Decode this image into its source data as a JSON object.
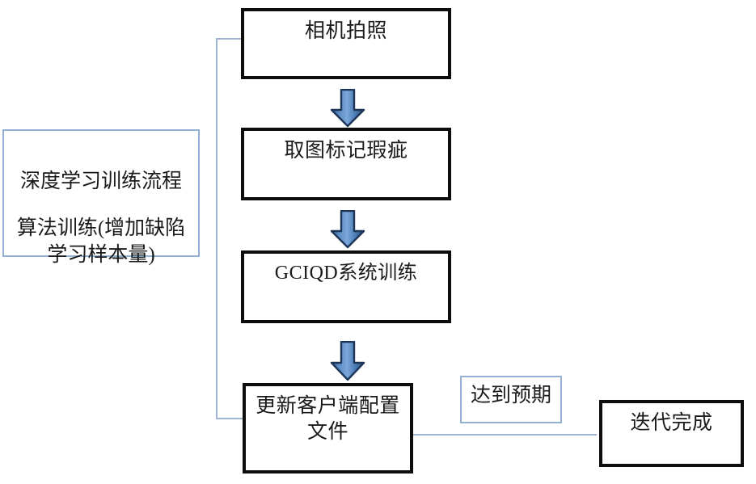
{
  "diagram": {
    "title": "深度学习训练流程",
    "nodes": [
      {
        "id": "camera",
        "label": "相机拍照"
      },
      {
        "id": "mark",
        "label": "取图标记瑕疵"
      },
      {
        "id": "train",
        "label": "GCIQD系统训练"
      },
      {
        "id": "update",
        "label": "更新客户端配置\n文件"
      },
      {
        "id": "done",
        "label": "迭代完成"
      }
    ],
    "notes": [
      {
        "id": "training-note",
        "line1": "深度学习训练流程",
        "line2": "算法训练(增加缺陷\n学习样本量)"
      },
      {
        "id": "expected",
        "label": "达到预期"
      }
    ],
    "edges": [
      {
        "id": "camera-to-mark",
        "from": "camera",
        "to": "mark",
        "style": "block-arrow",
        "direction": "down"
      },
      {
        "id": "mark-to-train",
        "from": "mark",
        "to": "train",
        "style": "block-arrow",
        "direction": "down"
      },
      {
        "id": "train-to-update",
        "from": "train",
        "to": "update",
        "style": "block-arrow",
        "direction": "down"
      },
      {
        "id": "update-to-done",
        "from": "update",
        "to": "done",
        "style": "thin-arrow",
        "direction": "right",
        "label": "达到预期"
      },
      {
        "id": "update-to-camera",
        "from": "update",
        "to": "camera",
        "style": "thin-arrow",
        "direction": "feedback-left"
      }
    ],
    "colors": {
      "node_border": "#0d0d0d",
      "note_border": "#94afd4",
      "thin_connector": "#9db4d6",
      "block_arrow_fill_light": "#6f9ad3",
      "block_arrow_fill_dark": "#2a4f7c",
      "block_arrow_outline": "#1f3864",
      "text": "#1a1a1a",
      "background": "#ffffff"
    }
  }
}
